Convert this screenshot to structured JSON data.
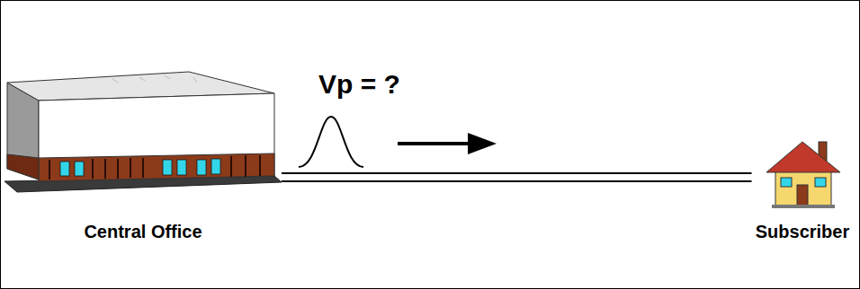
{
  "diagram": {
    "nodes": [
      {
        "text": [
          "Central Office"
        ]
      },
      {
        "text": [
          "Subscriber"
        ]
      }
    ],
    "edges": [
      {
        "from": 0,
        "to": 1,
        "arrow": "none"
      }
    ],
    "labels": [
      "Vp = ?"
    ]
  }
}
